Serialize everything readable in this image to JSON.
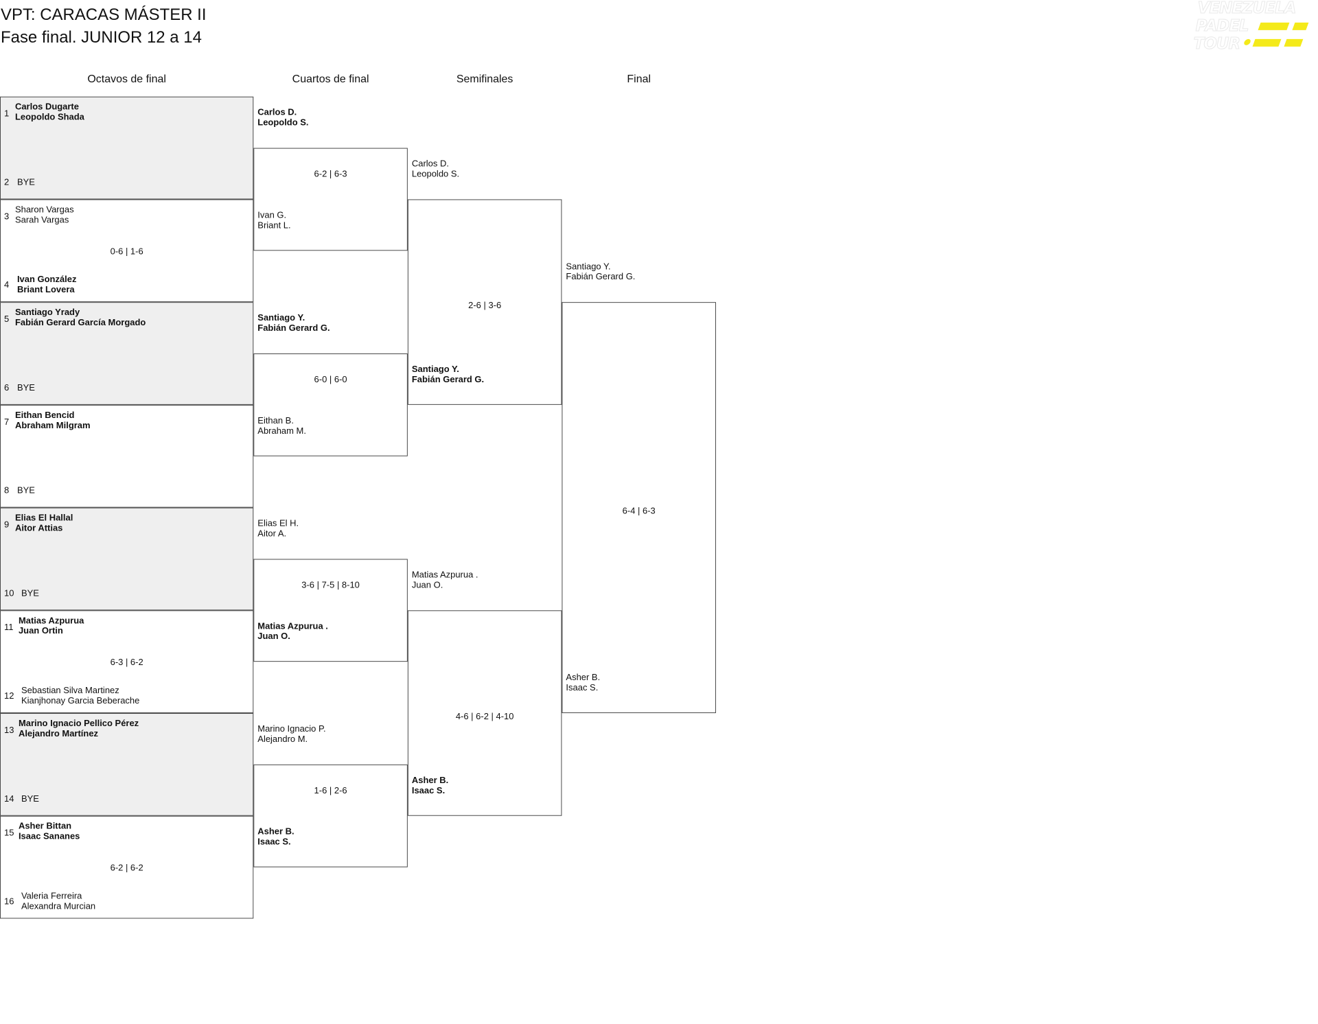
{
  "header": {
    "title": "VPT: CARACAS MÁSTER II",
    "subtitle": "Fase final. JUNIOR 12 a 14"
  },
  "logo": {
    "lines": [
      "VENEZUELA",
      "PADEL",
      "TOUR"
    ],
    "accent": "#f4ea1a"
  },
  "rounds": [
    "Octavos de final",
    "Cuartos de final",
    "Semifinales",
    "Final"
  ],
  "r16": [
    {
      "seed_a": "1",
      "a": [
        "Carlos Dugarte",
        "Leopoldo Shada"
      ],
      "seed_b": "2",
      "b": [
        "BYE",
        ""
      ],
      "score": "",
      "winner": "a"
    },
    {
      "seed_a": "3",
      "a": [
        "Sharon Vargas",
        "Sarah Vargas"
      ],
      "seed_b": "4",
      "b": [
        "Ivan González",
        "Briant Lovera"
      ],
      "score": "0-6 | 1-6",
      "winner": "b"
    },
    {
      "seed_a": "5",
      "a": [
        "Santiago Yrady",
        "Fabián Gerard García Morgado"
      ],
      "seed_b": "6",
      "b": [
        "BYE",
        ""
      ],
      "score": "",
      "winner": "a"
    },
    {
      "seed_a": "7",
      "a": [
        "Eithan Bencid",
        "Abraham Milgram"
      ],
      "seed_b": "8",
      "b": [
        "BYE",
        ""
      ],
      "score": "",
      "winner": "a"
    },
    {
      "seed_a": "9",
      "a": [
        "Elias El Hallal",
        "Aitor Attias"
      ],
      "seed_b": "10",
      "b": [
        "BYE",
        ""
      ],
      "score": "",
      "winner": "a"
    },
    {
      "seed_a": "11",
      "a": [
        "Matias Azpurua",
        "Juan Ortin"
      ],
      "seed_b": "12",
      "b": [
        "Sebastian Silva Martinez",
        "Kianjhonay Garcia Beberache"
      ],
      "score": "6-3 | 6-2",
      "winner": "a"
    },
    {
      "seed_a": "13",
      "a": [
        "Marino Ignacio Pellico Pérez",
        "Alejandro Martínez"
      ],
      "seed_b": "14",
      "b": [
        "BYE",
        ""
      ],
      "score": "",
      "winner": "a"
    },
    {
      "seed_a": "15",
      "a": [
        "Asher Bittan",
        "Isaac Sananes"
      ],
      "seed_b": "16",
      "b": [
        "Valeria Ferreira",
        "Alexandra Murcian"
      ],
      "score": "6-2 | 6-2",
      "winner": "a"
    }
  ],
  "qf": [
    {
      "a": [
        "Carlos D.",
        "Leopoldo S."
      ],
      "b": [
        "Ivan G.",
        "Briant L."
      ],
      "score": "6-2 | 6-3",
      "winner": "a"
    },
    {
      "a": [
        "Santiago Y.",
        "Fabián Gerard G."
      ],
      "b": [
        "Eithan B.",
        "Abraham M."
      ],
      "score": "6-0 | 6-0",
      "winner": "a"
    },
    {
      "a": [
        "Elias El H.",
        "Aitor A."
      ],
      "b": [
        "Matias Azpurua .",
        "Juan O."
      ],
      "score": "3-6 | 7-5 | 8-10",
      "winner": "b"
    },
    {
      "a": [
        "Marino Ignacio P.",
        "Alejandro M."
      ],
      "b": [
        "Asher B.",
        "Isaac S."
      ],
      "score": "1-6 | 2-6",
      "winner": "b"
    }
  ],
  "sf": [
    {
      "a": [
        "Carlos D.",
        "Leopoldo S."
      ],
      "b": [
        "Santiago Y.",
        "Fabián Gerard G."
      ],
      "score": "2-6 | 3-6",
      "winner": "b"
    },
    {
      "a": [
        "Matias Azpurua .",
        "Juan O."
      ],
      "b": [
        "Asher B.",
        "Isaac S."
      ],
      "score": "4-6 | 6-2 | 4-10",
      "winner": "b"
    }
  ],
  "final": {
    "a": [
      "Santiago Y.",
      "Fabián Gerard G."
    ],
    "b": [
      "Asher B.",
      "Isaac S."
    ],
    "score": "6-4 | 6-3",
    "winner": "none"
  }
}
